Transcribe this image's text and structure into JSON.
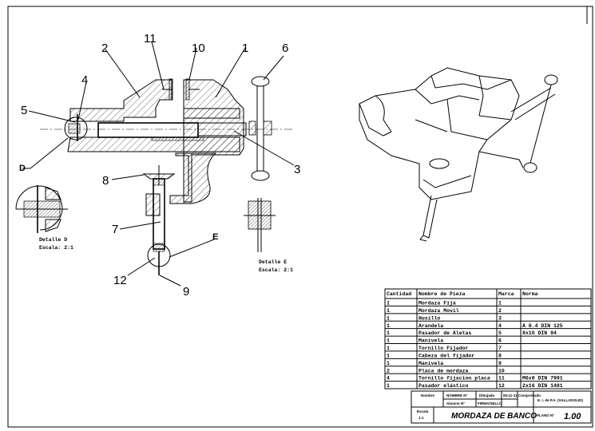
{
  "callouts": {
    "p1": "1",
    "p2": "2",
    "p3": "3",
    "p4": "4",
    "p5": "5",
    "p6": "6",
    "p7": "7",
    "p8": "8",
    "p9": "9",
    "p10": "10",
    "p11": "11",
    "p12": "12",
    "d": "D",
    "e": "E"
  },
  "details": {
    "d_title": "Detalle D",
    "d_scale": "Escala:  2:1",
    "e_title": "Detalle E",
    "e_scale": "Escala:  2:1"
  },
  "parts_table": {
    "headers": [
      "Cantidad",
      "Nombre de Pieza",
      "Marca",
      "Norma"
    ],
    "rows": [
      [
        "1",
        "Mordaza Fija",
        "1",
        ""
      ],
      [
        "1",
        "Mordaza Movil",
        "2",
        ""
      ],
      [
        "1",
        "Husillo",
        "3",
        ""
      ],
      [
        "1",
        "Arandela",
        "4",
        "A 8.4 DIN 125"
      ],
      [
        "1",
        "Pasador de Aletas",
        "5",
        "8x10 DIN 94"
      ],
      [
        "1",
        "Manivela",
        "6",
        ""
      ],
      [
        "1",
        "Tornillo Fijador",
        "7",
        ""
      ],
      [
        "1",
        "Cabeza del fijador",
        "8",
        ""
      ],
      [
        "1",
        "Manivela",
        "9",
        ""
      ],
      [
        "2",
        "Placa de mordaza",
        "10",
        ""
      ],
      [
        "4",
        "Tornillo fijacion placa",
        "11",
        "M6x8 DIN 7991"
      ],
      [
        "1",
        "Pasador elástico",
        "12",
        "2x16 DIN 1481"
      ]
    ]
  },
  "title_block": {
    "nombre": "Nombre",
    "nombre_n": "NOMBRE Nº",
    "alumno": "Alumno Nº",
    "dibujado": "Dibujado",
    "date": "05-11-11",
    "comprobado": "Comprobado",
    "firma": "FIRMA/SELLO",
    "school": "E. I. de P.A. (VALLADOLID)",
    "escala_label": "Escala",
    "escala": "1:1",
    "title": "MORDAZA DE BANCO",
    "plano_label": "PLANO Nº",
    "plano": "1.00"
  }
}
